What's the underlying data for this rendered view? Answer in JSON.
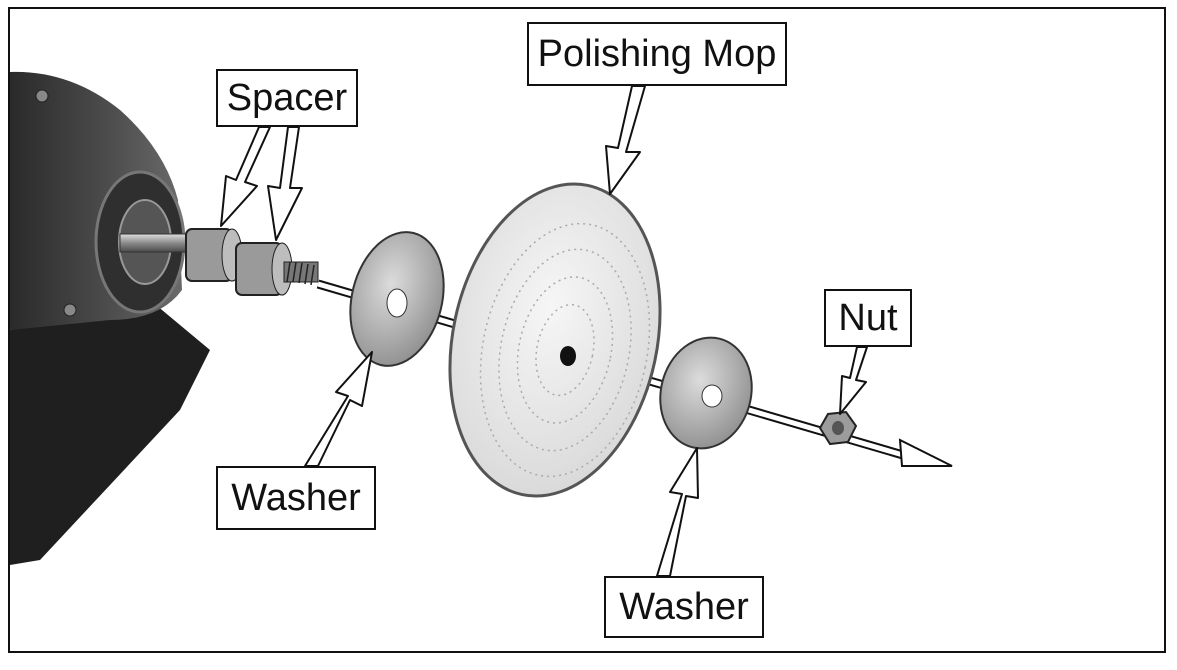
{
  "labels": {
    "polishing_mop": "Polishing Mop",
    "spacer": "Spacer",
    "nut": "Nut",
    "washer_left": "Washer",
    "washer_right": "Washer"
  },
  "colors": {
    "grinder_body": "#3a3a3a",
    "mop": "#ececec",
    "washer": "#b9b9b9",
    "outline": "#111111"
  }
}
